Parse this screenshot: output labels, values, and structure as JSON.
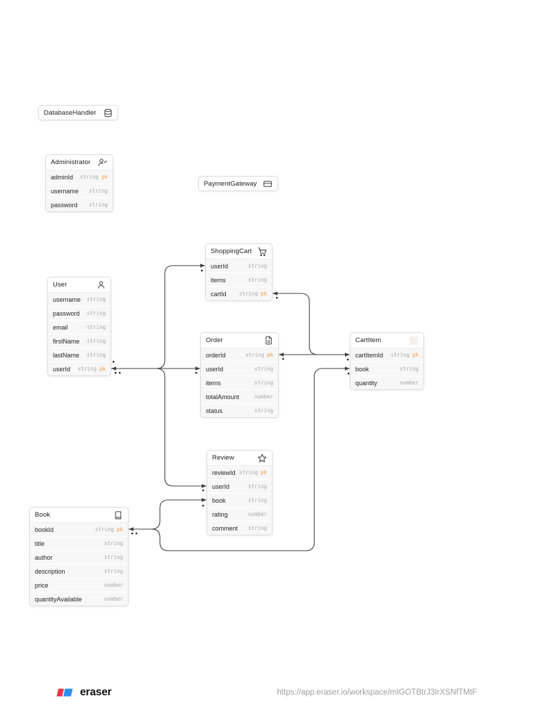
{
  "diagram": {
    "entities": [
      {
        "name": "DatabaseHandler",
        "icon": "database-icon",
        "kind": "service",
        "fields": []
      },
      {
        "name": "Administrator",
        "icon": "user-check-icon",
        "kind": "table",
        "fields": [
          {
            "name": "adminId",
            "type": "string",
            "key": "pk"
          },
          {
            "name": "username",
            "type": "string",
            "key": ""
          },
          {
            "name": "password",
            "type": "string",
            "key": ""
          }
        ]
      },
      {
        "name": "PaymentGateway",
        "icon": "credit-card-icon",
        "kind": "service",
        "fields": []
      },
      {
        "name": "ShoppingCart",
        "icon": "shopping-cart-icon",
        "kind": "table",
        "fields": [
          {
            "name": "userId",
            "type": "string",
            "key": ""
          },
          {
            "name": "items",
            "type": "string",
            "key": ""
          },
          {
            "name": "cartId",
            "type": "string",
            "key": "pk"
          }
        ]
      },
      {
        "name": "User",
        "icon": "user-icon",
        "kind": "table",
        "fields": [
          {
            "name": "username",
            "type": "string",
            "key": ""
          },
          {
            "name": "password",
            "type": "string",
            "key": ""
          },
          {
            "name": "email",
            "type": "string",
            "key": ""
          },
          {
            "name": "firstName",
            "type": "string",
            "key": ""
          },
          {
            "name": "lastName",
            "type": "string",
            "key": ""
          },
          {
            "name": "userId",
            "type": "string",
            "key": "pk"
          }
        ]
      },
      {
        "name": "Order",
        "icon": "file-text-icon",
        "kind": "table",
        "fields": [
          {
            "name": "orderId",
            "type": "string",
            "key": "pk"
          },
          {
            "name": "userId",
            "type": "string",
            "key": ""
          },
          {
            "name": "items",
            "type": "string",
            "key": ""
          },
          {
            "name": "totalAmount",
            "type": "number",
            "key": ""
          },
          {
            "name": "status",
            "type": "string",
            "key": ""
          }
        ]
      },
      {
        "name": "CartItem",
        "icon": "placeholder-icon",
        "kind": "table",
        "fields": [
          {
            "name": "cartItemId",
            "type": "string",
            "key": "pk"
          },
          {
            "name": "book",
            "type": "string",
            "key": ""
          },
          {
            "name": "quantity",
            "type": "number",
            "key": ""
          }
        ]
      },
      {
        "name": "Review",
        "icon": "star-icon",
        "kind": "table",
        "fields": [
          {
            "name": "reviewId",
            "type": "string",
            "key": "pk"
          },
          {
            "name": "userId",
            "type": "string",
            "key": ""
          },
          {
            "name": "book",
            "type": "string",
            "key": ""
          },
          {
            "name": "rating",
            "type": "number",
            "key": ""
          },
          {
            "name": "comment",
            "type": "string",
            "key": ""
          }
        ]
      },
      {
        "name": "Book",
        "icon": "book-icon",
        "kind": "table",
        "fields": [
          {
            "name": "bookId",
            "type": "string",
            "key": "pk"
          },
          {
            "name": "title",
            "type": "string",
            "key": ""
          },
          {
            "name": "author",
            "type": "string",
            "key": ""
          },
          {
            "name": "description",
            "type": "string",
            "key": ""
          },
          {
            "name": "price",
            "type": "number",
            "key": ""
          },
          {
            "name": "quantityAvailable",
            "type": "number",
            "key": ""
          }
        ]
      }
    ],
    "connections": [
      {
        "from": "User.userId",
        "to": "ShoppingCart.userId"
      },
      {
        "from": "User.userId",
        "to": "Order.userId"
      },
      {
        "from": "User.userId",
        "to": "Review.userId"
      },
      {
        "from": "Order.orderId",
        "to": "CartItem.cartItemId"
      },
      {
        "from": "ShoppingCart.cartId",
        "to": "CartItem.cartItemId"
      },
      {
        "from": "Book.bookId",
        "to": "Review.book"
      },
      {
        "from": "Book.bookId",
        "to": "CartItem.book"
      }
    ]
  },
  "footer": {
    "brand": "eraser",
    "url": "https://app.eraser.io/workspace/mIGOTBtrJ3IrXSNfTMtF"
  },
  "colors": {
    "pk": "#f2994a",
    "edge": "#3f3f3f",
    "type_text": "#a8a8a8",
    "row_bg": "#f7f7f7",
    "border": "#dcdcdc",
    "logo_red": "#ee3248",
    "logo_blue": "#2e8df0"
  }
}
